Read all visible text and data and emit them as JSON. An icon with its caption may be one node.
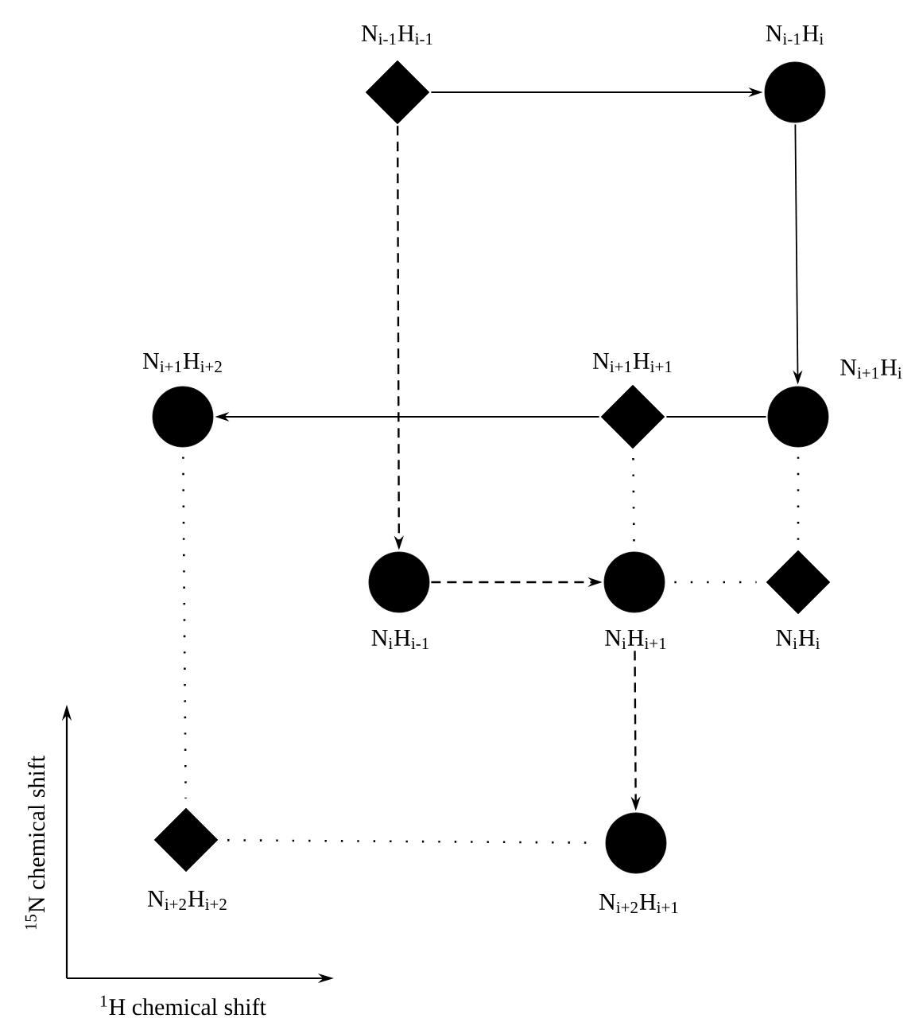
{
  "diagram": {
    "nodes": [
      {
        "text": [],
        "shape": "diamond",
        "beside": [
          "N$_{i-1}$H$_{i-1}$"
        ]
      },
      {
        "text": [],
        "shape": "circle",
        "beside": [
          "N$_{i-1}$H$_{i}$"
        ]
      },
      {
        "text": [],
        "shape": "circle",
        "beside": [
          "N$_{i+1}$H$_{i+2}$"
        ]
      },
      {
        "text": [],
        "shape": "diamond",
        "beside": [
          "N$_{i+1}$H$_{i+1}$"
        ]
      },
      {
        "text": [],
        "shape": "circle",
        "beside": [
          "N$_{i+1}$H$_{i}$"
        ]
      },
      {
        "text": [],
        "shape": "circle",
        "beside": [
          "N$_{i}$H$_{i-1}$"
        ]
      },
      {
        "text": [],
        "shape": "circle",
        "beside": [
          "N$_{i}$H$_{i+1}$"
        ]
      },
      {
        "text": [],
        "shape": "diamond",
        "beside": [
          "N$_{i}$H$_{i}$"
        ]
      },
      {
        "text": [],
        "shape": "diamond",
        "beside": [
          "N$_{i+2}$H$_{i+2}$"
        ]
      },
      {
        "text": [],
        "shape": "circle",
        "beside": [
          "N$_{i+2}$H$_{i+1}$"
        ]
      }
    ],
    "edges": [
      {
        "from": 0,
        "to": 1,
        "arrow": "to"
      },
      {
        "from": 1,
        "to": 4,
        "arrow": "to"
      },
      {
        "from": 4,
        "to": 3,
        "arrow": "none"
      },
      {
        "from": 3,
        "to": 2,
        "arrow": "to"
      },
      {
        "from": 0,
        "to": 5,
        "arrow": "to",
        "style": "dashed"
      },
      {
        "from": 5,
        "to": 6,
        "arrow": "to",
        "style": "dashed"
      },
      {
        "from": 6,
        "to": 9,
        "arrow": "to",
        "style": "dashed"
      },
      {
        "from": 2,
        "to": 8,
        "arrow": "none",
        "style": "dashed"
      },
      {
        "from": 3,
        "to": 6,
        "arrow": "none",
        "style": "dashed"
      },
      {
        "from": 4,
        "to": 7,
        "arrow": "none",
        "style": "dashed"
      },
      {
        "from": 6,
        "to": 7,
        "arrow": "none",
        "style": "dashed"
      },
      {
        "from": 8,
        "to": 9,
        "arrow": "none",
        "style": "dashed"
      }
    ],
    "labels": [
      "$^{15}$N chemical shift",
      "$^{1}$H chemical shift"
    ]
  }
}
